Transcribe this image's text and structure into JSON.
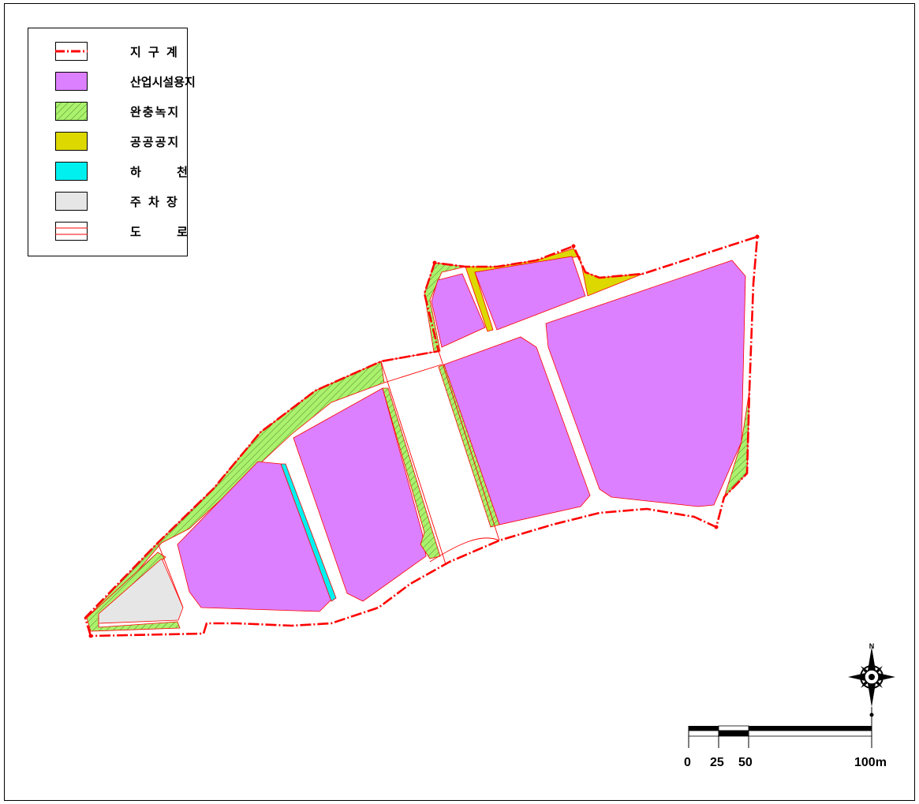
{
  "legend": {
    "items": [
      {
        "label": "지 구 계",
        "kind": "boundary",
        "color": "#ff0000"
      },
      {
        "label": "산업시설용지",
        "kind": "fill",
        "color": "#dd80ff"
      },
      {
        "label": "완충녹지",
        "kind": "hatch",
        "color": "#aaf26c"
      },
      {
        "label": "공공공지",
        "kind": "fill",
        "color": "#dcd800"
      },
      {
        "label": "하      천",
        "kind": "fill",
        "color": "#00f0f0"
      },
      {
        "label": "주 차 장",
        "kind": "fill",
        "color": "#e6e6e6"
      },
      {
        "label": "도      로",
        "kind": "road",
        "color": "#ff0000"
      }
    ]
  },
  "north_arrow": {
    "label": "N",
    "icon": "compass-rose-icon"
  },
  "scale_bar": {
    "labels": [
      "0",
      "25",
      "50",
      "100m"
    ]
  }
}
